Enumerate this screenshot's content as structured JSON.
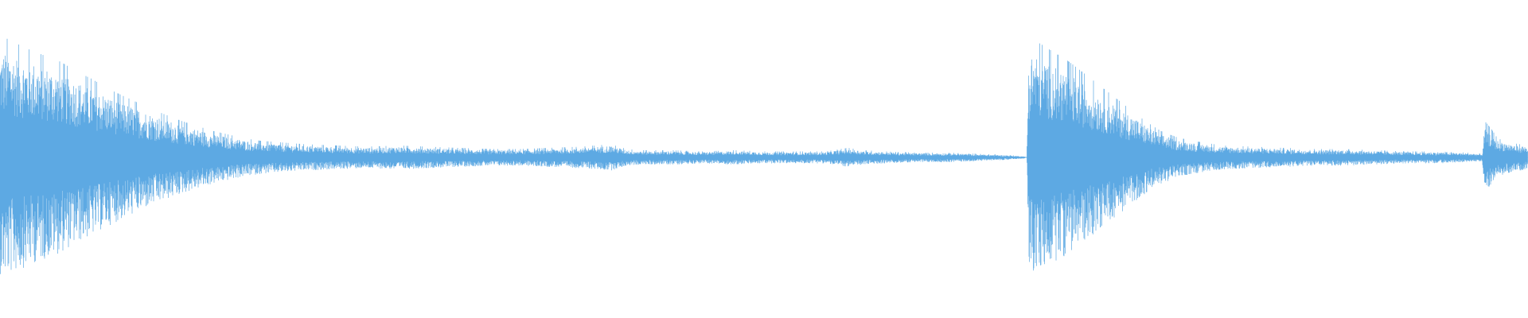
{
  "waveform": {
    "color": "#5DA9E3",
    "background": "#FFFFFF",
    "center_line_color": "#5DA9E3",
    "amplitude_envelope": [
      [
        0.0,
        0.98
      ],
      [
        0.004,
        1.0
      ],
      [
        0.01,
        0.96
      ],
      [
        0.02,
        0.9
      ],
      [
        0.03,
        0.85
      ],
      [
        0.04,
        0.8
      ],
      [
        0.05,
        0.72
      ],
      [
        0.06,
        0.66
      ],
      [
        0.07,
        0.58
      ],
      [
        0.08,
        0.52
      ],
      [
        0.09,
        0.46
      ],
      [
        0.1,
        0.4
      ],
      [
        0.11,
        0.35
      ],
      [
        0.12,
        0.3
      ],
      [
        0.13,
        0.26
      ],
      [
        0.14,
        0.22
      ],
      [
        0.15,
        0.19
      ],
      [
        0.16,
        0.16
      ],
      [
        0.17,
        0.14
      ],
      [
        0.18,
        0.13
      ],
      [
        0.19,
        0.12
      ],
      [
        0.2,
        0.11
      ],
      [
        0.22,
        0.1
      ],
      [
        0.24,
        0.09
      ],
      [
        0.26,
        0.1
      ],
      [
        0.28,
        0.09
      ],
      [
        0.3,
        0.08
      ],
      [
        0.32,
        0.07
      ],
      [
        0.34,
        0.07
      ],
      [
        0.36,
        0.08
      ],
      [
        0.38,
        0.09
      ],
      [
        0.39,
        0.1
      ],
      [
        0.4,
        0.11
      ],
      [
        0.41,
        0.07
      ],
      [
        0.42,
        0.06
      ],
      [
        0.44,
        0.06
      ],
      [
        0.46,
        0.05
      ],
      [
        0.48,
        0.06
      ],
      [
        0.5,
        0.05
      ],
      [
        0.52,
        0.05
      ],
      [
        0.54,
        0.05
      ],
      [
        0.555,
        0.08
      ],
      [
        0.565,
        0.06
      ],
      [
        0.58,
        0.05
      ],
      [
        0.6,
        0.04
      ],
      [
        0.62,
        0.04
      ],
      [
        0.64,
        0.03
      ],
      [
        0.66,
        0.02
      ],
      [
        0.67,
        0.01
      ],
      [
        0.672,
        0.0
      ],
      [
        0.673,
        0.88
      ],
      [
        0.676,
        1.0
      ],
      [
        0.68,
        0.96
      ],
      [
        0.69,
        0.88
      ],
      [
        0.7,
        0.8
      ],
      [
        0.71,
        0.7
      ],
      [
        0.72,
        0.6
      ],
      [
        0.73,
        0.5
      ],
      [
        0.74,
        0.4
      ],
      [
        0.75,
        0.3
      ],
      [
        0.76,
        0.22
      ],
      [
        0.77,
        0.17
      ],
      [
        0.78,
        0.14
      ],
      [
        0.79,
        0.12
      ],
      [
        0.8,
        0.1
      ],
      [
        0.82,
        0.09
      ],
      [
        0.84,
        0.08
      ],
      [
        0.86,
        0.07
      ],
      [
        0.88,
        0.07
      ],
      [
        0.9,
        0.06
      ],
      [
        0.92,
        0.05
      ],
      [
        0.94,
        0.05
      ],
      [
        0.96,
        0.04
      ],
      [
        0.97,
        0.03
      ],
      [
        0.972,
        0.3
      ],
      [
        0.976,
        0.24
      ],
      [
        0.98,
        0.16
      ],
      [
        0.99,
        0.12
      ],
      [
        1.0,
        0.1
      ]
    ]
  }
}
